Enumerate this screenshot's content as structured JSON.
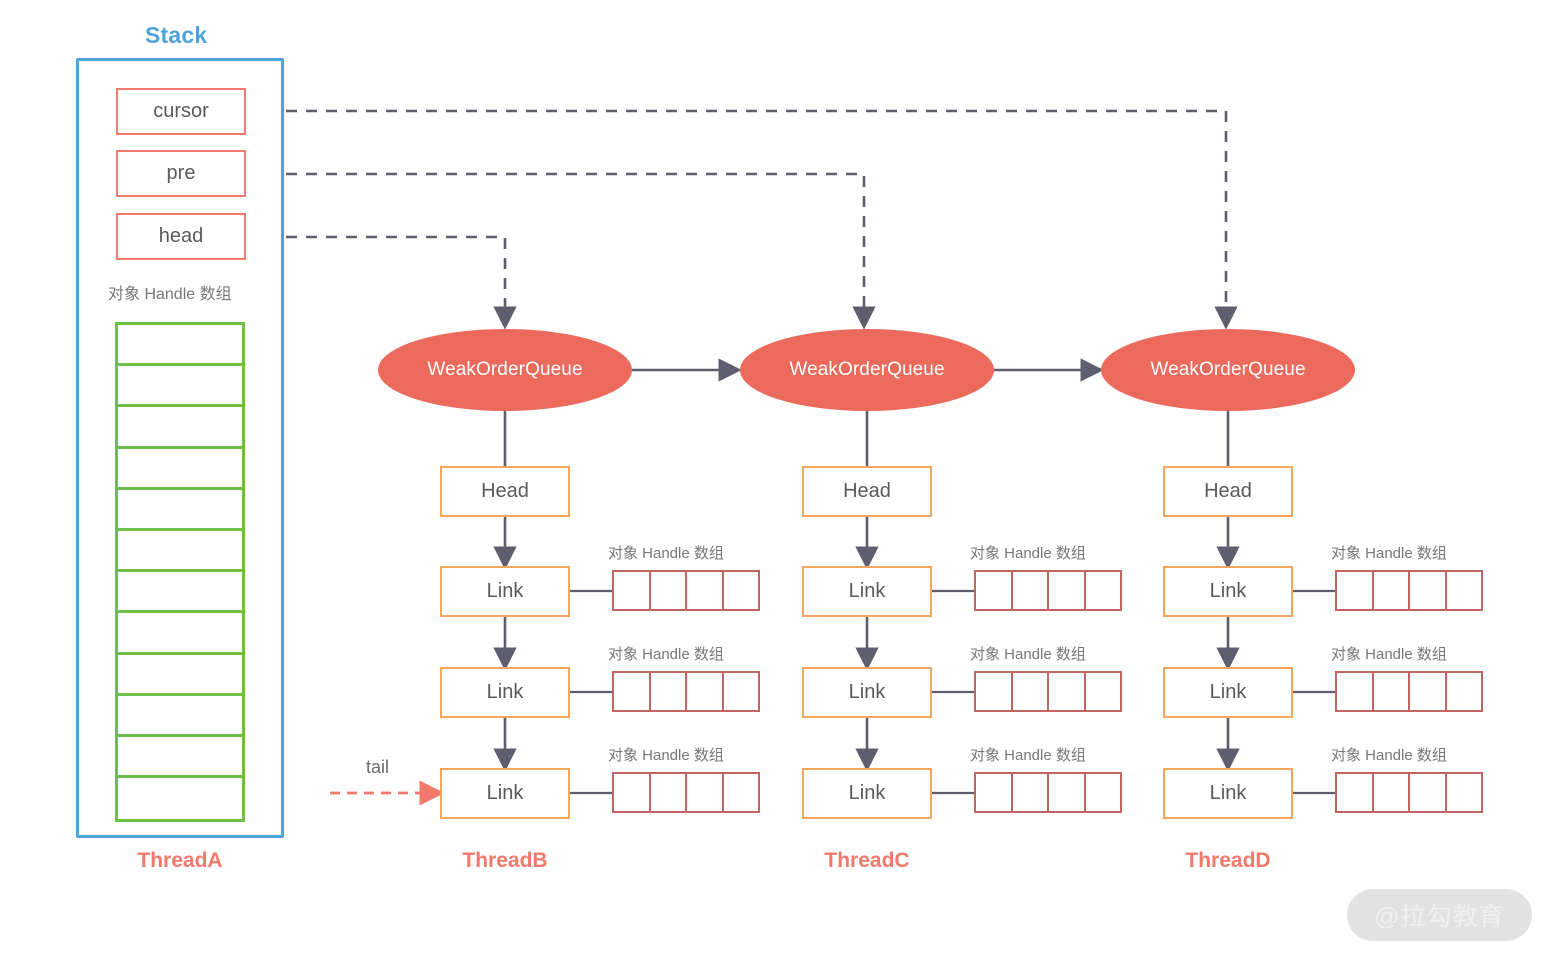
{
  "stack": {
    "title": "Stack",
    "pointers": [
      {
        "label": "cursor"
      },
      {
        "label": "pre"
      },
      {
        "label": "head"
      }
    ],
    "array_label": "对象 Handle 数组",
    "array_cell_count": 12,
    "thread_label": "ThreadA"
  },
  "tail": {
    "label": "tail"
  },
  "node_labels": {
    "head": "Head",
    "link": "Link"
  },
  "handle_label": "对象 Handle 数组",
  "handle_cell_count": 4,
  "queues": [
    {
      "id": "threadB",
      "title": "WeakOrderQueue",
      "thread_label": "ThreadB",
      "nodes": [
        "Head",
        "Link",
        "Link",
        "Link"
      ],
      "handle_labels": [
        "对象 Handle 数组",
        "对象 Handle 数组",
        "对象 Handle 数组"
      ]
    },
    {
      "id": "threadC",
      "title": "WeakOrderQueue",
      "thread_label": "ThreadC",
      "nodes": [
        "Head",
        "Link",
        "Link",
        "Link"
      ],
      "handle_labels": [
        "对象 Handle 数组",
        "对象 Handle 数组",
        "对象 Handle 数组"
      ]
    },
    {
      "id": "threadD",
      "title": "WeakOrderQueue",
      "thread_label": "ThreadD",
      "nodes": [
        "Head",
        "Link",
        "Link",
        "Link"
      ],
      "handle_labels": [
        "对象 Handle 数组",
        "对象 Handle 数组",
        "对象 Handle 数组"
      ]
    }
  ],
  "watermark": {
    "text": "@拉勾教育"
  },
  "colors": {
    "stack_blue": "#4FA3DC",
    "pointer_red": "#F2796B",
    "array_green": "#6CBE45",
    "queue_red": "#EC6A5C",
    "node_orange": "#F5A55C",
    "handle_red": "#C2645F",
    "wire_gray": "#5E5E6E",
    "text_gray": "#5A5A5A"
  }
}
